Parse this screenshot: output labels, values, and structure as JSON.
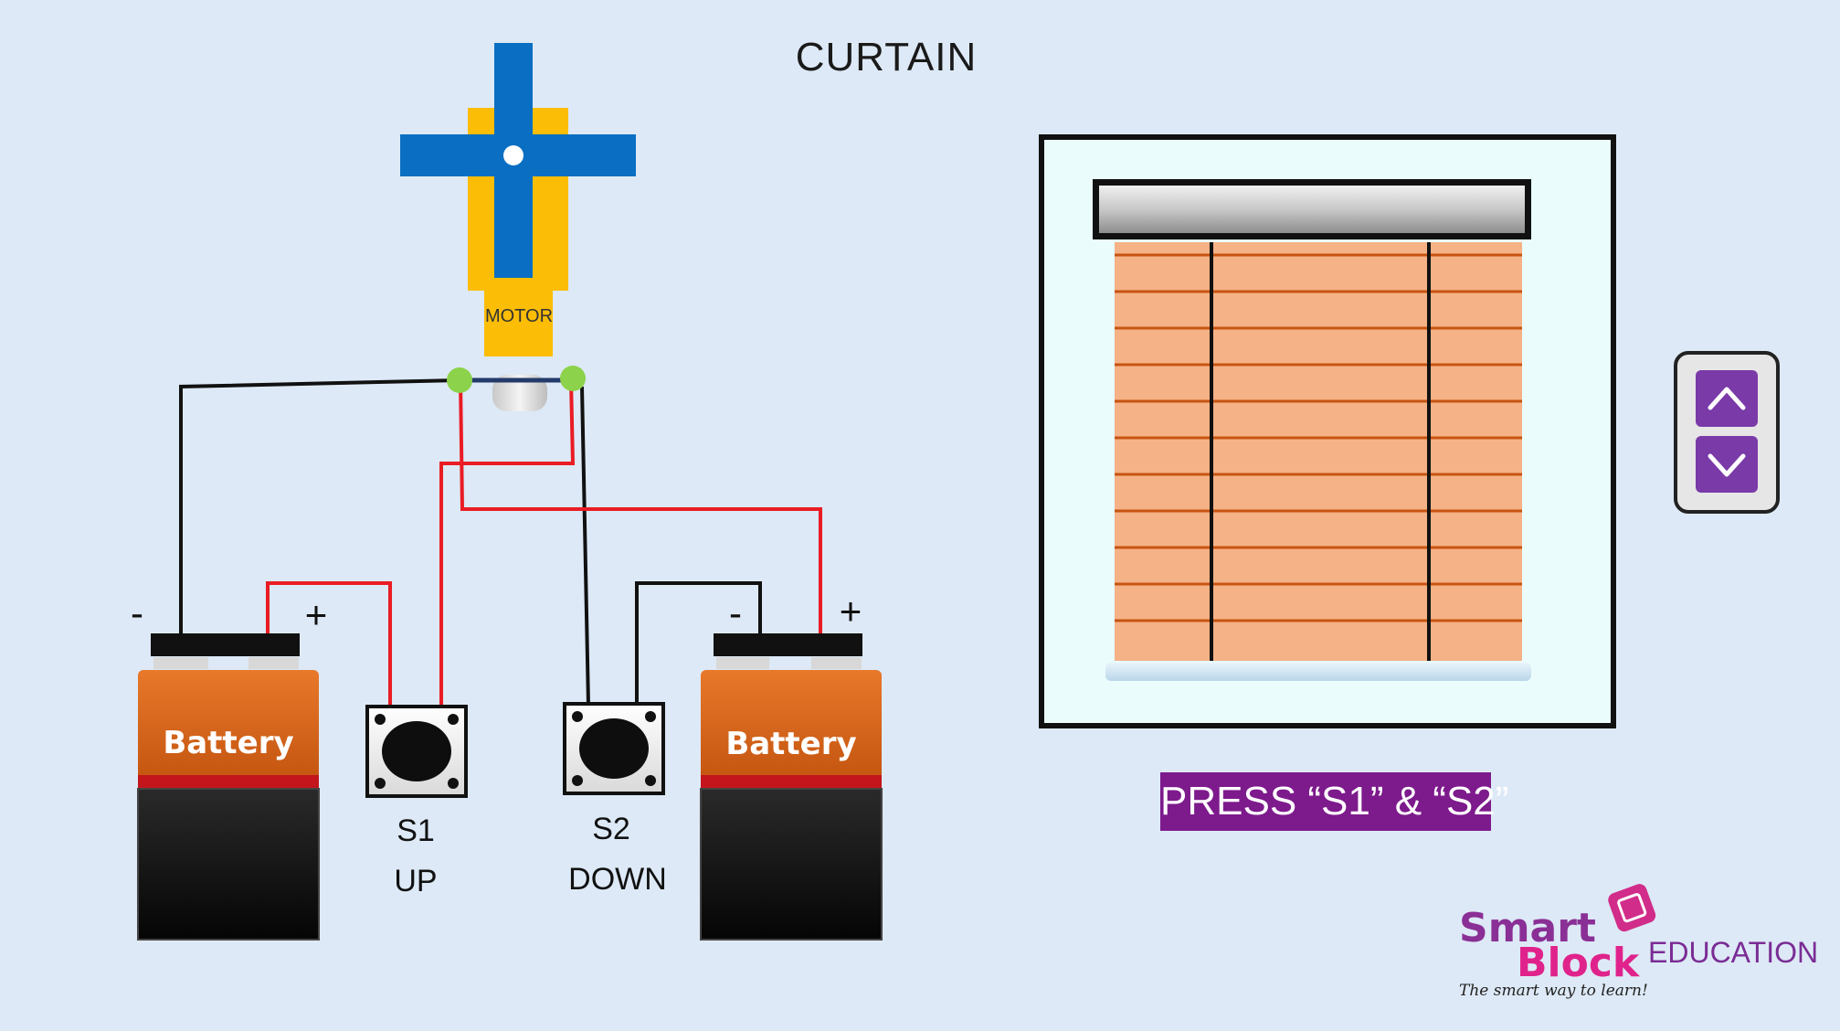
{
  "title": "CURTAIN",
  "motor": {
    "label": "MOTOR"
  },
  "batteries": [
    {
      "label": "Battery",
      "minus": "-",
      "plus": "+"
    },
    {
      "label": "Battery",
      "minus": "-",
      "plus": "+"
    }
  ],
  "switches": [
    {
      "id": "S1",
      "action": "UP"
    },
    {
      "id": "S2",
      "action": "DOWN"
    }
  ],
  "instruction": "PRESS “S1” & “S2”",
  "controller": {
    "up_icon": "chevron-up-icon",
    "down_icon": "chevron-down-icon"
  },
  "brand": {
    "logo_line1": "Smart",
    "logo_line2": "Block",
    "suffix": "EDUCATION",
    "tagline": "The smart way to learn!"
  },
  "colors": {
    "background": "#dde9f6",
    "wire_red": "#ea1c24",
    "wire_black": "#111111",
    "motor_blue": "#0a6fc2",
    "motor_yellow": "#fbbd06",
    "battery_orange": "#d45f14",
    "blind_slat": "#f5b286",
    "accent_purple": "#7d1a8c"
  }
}
